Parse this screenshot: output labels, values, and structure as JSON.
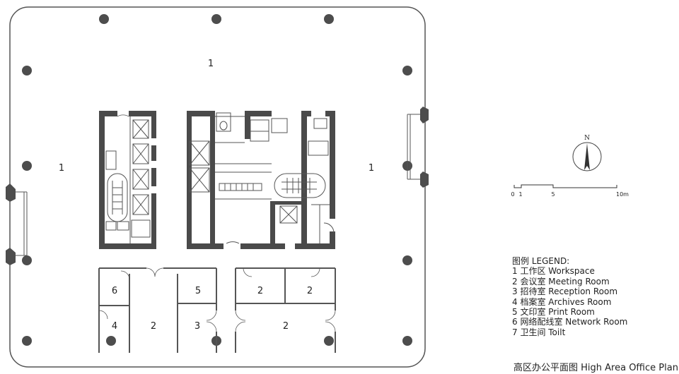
{
  "room_labels": {
    "workspace": "1",
    "meeting": "2",
    "reception": "3",
    "archives": "4",
    "print": "5",
    "network": "6"
  },
  "compass": {
    "north": "N"
  },
  "scale_bar": {
    "ticks": [
      "0",
      "1",
      "5",
      "10m"
    ]
  },
  "legend": {
    "title": "图例 LEGEND:",
    "items": [
      "1 工作区 Workspace",
      "2 会议室 Meeting Room",
      "3 招待室 Reception Room",
      "4 档案室 Archives Room",
      "5 文印室 Print Room",
      "6 网络配线室 Network Room",
      "7 卫生间 Toilt"
    ]
  },
  "caption": "高区办公平面图 High Area Office Plan",
  "colors": {
    "wall": "#4a4a4a",
    "column": "#4d4d4d",
    "line": "#555555"
  }
}
